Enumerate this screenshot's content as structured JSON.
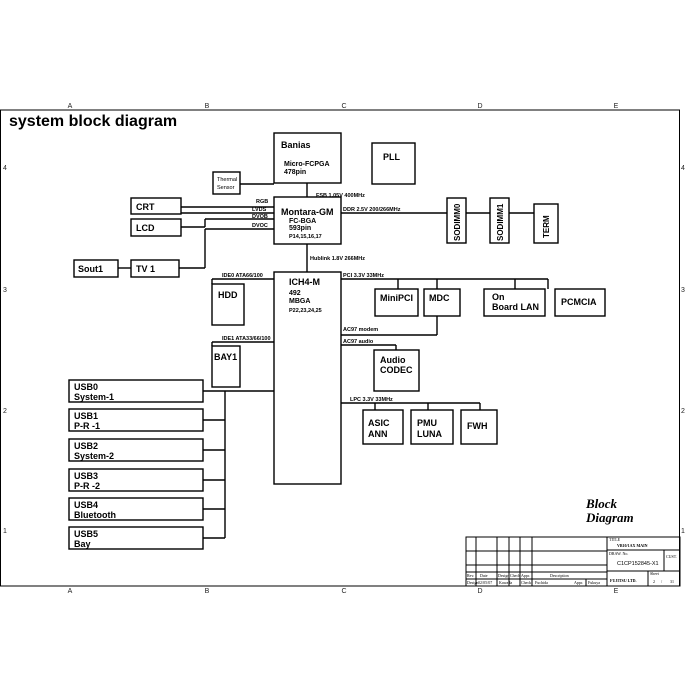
{
  "title": "system block diagram",
  "grid": {
    "cols": [
      "A",
      "B",
      "C",
      "D",
      "E"
    ],
    "rows": [
      "4",
      "3",
      "2",
      "1"
    ]
  },
  "blocks": {
    "banias": [
      "Banias",
      "Micro-FCPGA",
      "478pin"
    ],
    "thermal": [
      "Thermal",
      "Sensor"
    ],
    "pll": "PLL",
    "crt": "CRT",
    "lcd": "LCD",
    "montara": [
      "Montara-GM",
      "FC-BGA",
      "593pin",
      "P14,15,16,17"
    ],
    "sodimm0": "SODIMM0",
    "sodimm1": "SODIMM1",
    "term": "TERM",
    "sout1": "Sout1",
    "tv1": "TV 1",
    "ich4m": [
      "ICH4-M",
      "492",
      "MBGA",
      "P22,23,24,25"
    ],
    "hdd": "HDD",
    "bay1": "BAY1",
    "minipci": "MiniPCI",
    "mdc": "MDC",
    "onboard_lan": [
      "On",
      "Board LAN"
    ],
    "pcmcia": "PCMCIA",
    "audio_codec": [
      "Audio",
      "CODEC"
    ],
    "asic": [
      "ASIC",
      "ANN"
    ],
    "pmu": [
      "PMU",
      "LUNA"
    ],
    "fwh": "FWH",
    "usb": [
      [
        "USB0",
        "System-1"
      ],
      [
        "USB1",
        "P-R -1"
      ],
      [
        "USB2",
        "System-2"
      ],
      [
        "USB3",
        "P-R -2"
      ],
      [
        "USB4",
        "Bluetooth"
      ],
      [
        "USB5",
        "Bay"
      ]
    ]
  },
  "bus_labels": {
    "fsb": "FSB 1.05V 400MHz",
    "ddr": "DDR 2.5V 200/266MHz",
    "rgb": "RGB",
    "lvds": "LVDS",
    "dvob": "DVOB",
    "dvoc": "DVOC",
    "hublink": "Hublink 1.8V 266MHz",
    "ide0": "IDE0 ATA66/100",
    "ide1": "IDE1 ATA33/66/100",
    "pci": "PCI 3.3V 33MHz",
    "ac97_modem": "AC97 modem",
    "ac97_audio": "AC97 audio",
    "lpc": "LPC 3.3V 33MHz"
  },
  "legend": [
    "Block",
    "Diagram"
  ],
  "title_block": {
    "title_label": "TITLE",
    "title": "VB10/1AX MAIN",
    "drawing_no_label": "DRAW. No.",
    "drawing_no": "C1CP152845-X1",
    "cust_label": "CUST.",
    "headers": [
      "Rev.",
      "Date",
      "Design",
      "Check",
      "Appr.",
      "Description"
    ],
    "design_label": "Design",
    "design_date": "02/05/07",
    "designer": "Kawada",
    "check_label": "Check",
    "checker": "Fuchida",
    "appr_label": "Appr.",
    "approver": "Fukuya",
    "company": "FUJITSU LTD.",
    "sheet_label": "Sheet",
    "sheet": "2",
    "of": "/",
    "sheets": "31"
  }
}
